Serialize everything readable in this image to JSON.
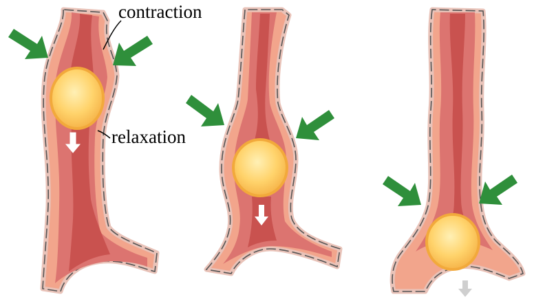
{
  "labels": {
    "contraction": "contraction",
    "relaxation": "relaxation"
  },
  "colors": {
    "outer_wall": "#f2a58c",
    "outer_wall_edge": "#e8b9ae",
    "muscle": "#dc7470",
    "lumen": "#c9524f",
    "bolus": "#ffd16a",
    "bolus_edge": "#f2a93b",
    "bolus_highlight": "#ffe59a",
    "arrow_green": "#2f8f3b",
    "arrow_white": "#ffffff",
    "arrow_faded": "#cfcfcf",
    "outline": "#555555"
  },
  "icons": {
    "squeeze_arrow": "green-arrow-icon",
    "motion_arrow": "down-arrow-icon",
    "bolus": "food-bolus"
  },
  "panels": [
    {
      "name": "stage-1"
    },
    {
      "name": "stage-2"
    },
    {
      "name": "stage-3"
    }
  ]
}
